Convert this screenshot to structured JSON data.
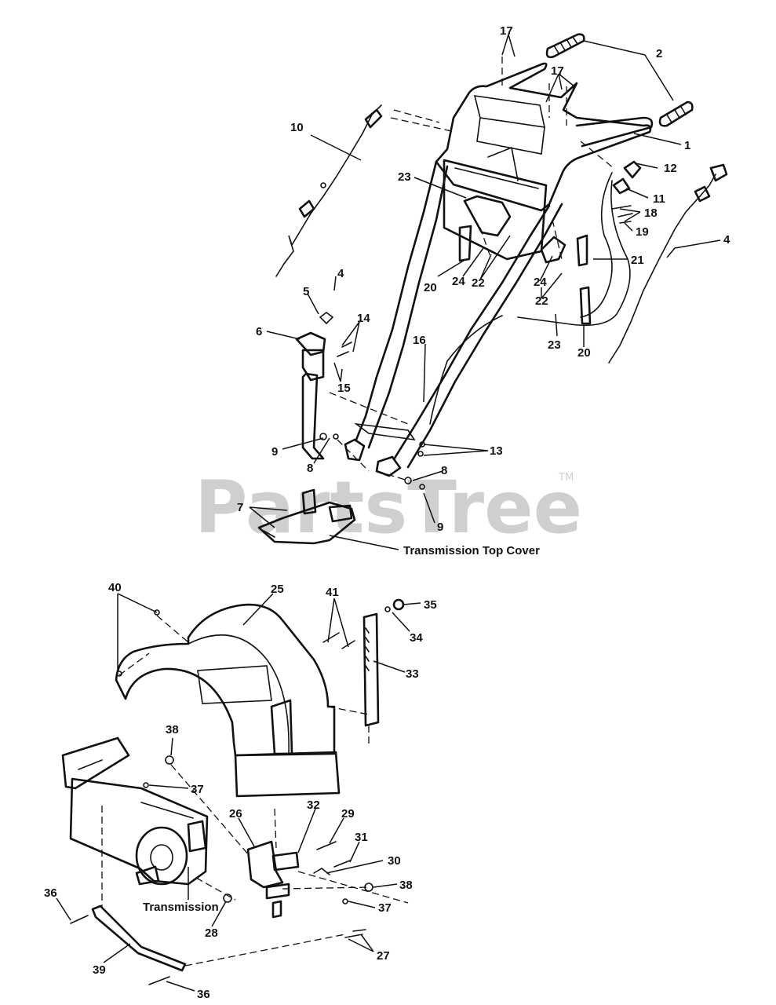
{
  "watermark": {
    "text": "PartsTree",
    "tm": "TM"
  },
  "captions": {
    "transmission_top_cover": "Transmission Top Cover",
    "transmission": "Transmission"
  },
  "callouts": [
    {
      "id": "17a",
      "label": "17"
    },
    {
      "id": "2",
      "label": "2"
    },
    {
      "id": "17b",
      "label": "17"
    },
    {
      "id": "1",
      "label": "1"
    },
    {
      "id": "10",
      "label": "10"
    },
    {
      "id": "12",
      "label": "12"
    },
    {
      "id": "23a",
      "label": "23"
    },
    {
      "id": "11",
      "label": "11"
    },
    {
      "id": "18",
      "label": "18"
    },
    {
      "id": "19",
      "label": "19"
    },
    {
      "id": "4a",
      "label": "4"
    },
    {
      "id": "21",
      "label": "21"
    },
    {
      "id": "20a",
      "label": "20"
    },
    {
      "id": "24a",
      "label": "24"
    },
    {
      "id": "22a",
      "label": "22"
    },
    {
      "id": "24b",
      "label": "24"
    },
    {
      "id": "22b",
      "label": "22"
    },
    {
      "id": "4b",
      "label": "4"
    },
    {
      "id": "5",
      "label": "5"
    },
    {
      "id": "14",
      "label": "14"
    },
    {
      "id": "6",
      "label": "6"
    },
    {
      "id": "16",
      "label": "16"
    },
    {
      "id": "23b",
      "label": "23"
    },
    {
      "id": "20b",
      "label": "20"
    },
    {
      "id": "15",
      "label": "15"
    },
    {
      "id": "9a",
      "label": "9"
    },
    {
      "id": "13",
      "label": "13"
    },
    {
      "id": "8a",
      "label": "8"
    },
    {
      "id": "8b",
      "label": "8"
    },
    {
      "id": "7",
      "label": "7"
    },
    {
      "id": "9b",
      "label": "9"
    },
    {
      "id": "40",
      "label": "40"
    },
    {
      "id": "25",
      "label": "25"
    },
    {
      "id": "41",
      "label": "41"
    },
    {
      "id": "35",
      "label": "35"
    },
    {
      "id": "34",
      "label": "34"
    },
    {
      "id": "33",
      "label": "33"
    },
    {
      "id": "38a",
      "label": "38"
    },
    {
      "id": "37a",
      "label": "37"
    },
    {
      "id": "32",
      "label": "32"
    },
    {
      "id": "29",
      "label": "29"
    },
    {
      "id": "26",
      "label": "26"
    },
    {
      "id": "31",
      "label": "31"
    },
    {
      "id": "30",
      "label": "30"
    },
    {
      "id": "38b",
      "label": "38"
    },
    {
      "id": "36a",
      "label": "36"
    },
    {
      "id": "37b",
      "label": "37"
    },
    {
      "id": "28",
      "label": "28"
    },
    {
      "id": "27",
      "label": "27"
    },
    {
      "id": "39",
      "label": "39"
    },
    {
      "id": "36b",
      "label": "36"
    }
  ]
}
